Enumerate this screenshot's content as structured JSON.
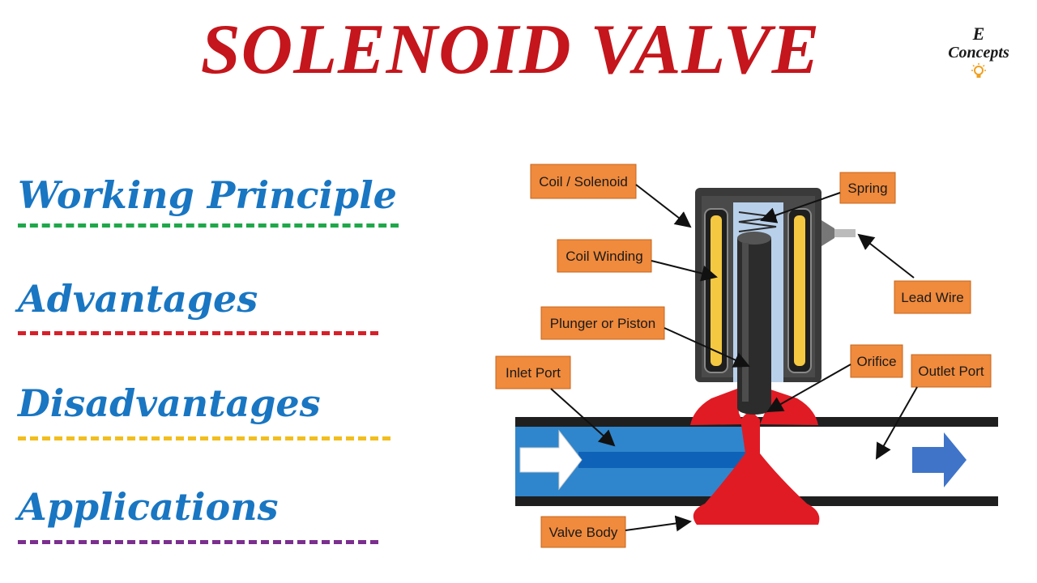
{
  "title": "SOLENOID VALVE",
  "logo": {
    "line1": "E",
    "line2": "Concepts",
    "icon": "lightbulb-icon"
  },
  "topics": [
    {
      "label": "Working Principle",
      "underline_color": "#1fa84a"
    },
    {
      "label": "Advantages",
      "underline_color": "#d6202a"
    },
    {
      "label": "Disadvantages",
      "underline_color": "#f2be1e"
    },
    {
      "label": "Applications",
      "underline_color": "#7b2f8e"
    }
  ],
  "diagram": {
    "labels": {
      "coil": "Coil / Solenoid",
      "spring": "Spring",
      "coil_winding": "Coil Winding",
      "lead_wire": "Lead Wire",
      "plunger": "Plunger or Piston",
      "orifice": "Orifice",
      "inlet": "Inlet Port",
      "outlet": "Outlet Port",
      "valve_body": "Valve Body"
    },
    "colors": {
      "label_box": "#f08a3c",
      "housing": "#3a3a3a",
      "coil_winding": "#f5c842",
      "fluid_inlet": "#2f86cc",
      "valve_body": "#e01b24",
      "outlet_arrow": "#3f74c9"
    }
  }
}
